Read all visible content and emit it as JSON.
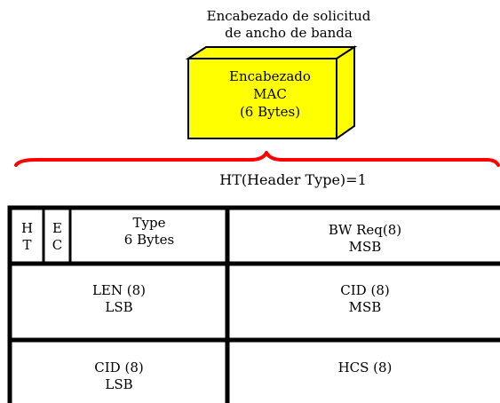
{
  "caption": {
    "line1": "Encabezado de solicitud",
    "line2": "de ancho de banda"
  },
  "mac_box": {
    "line1": "Encabezado",
    "line2": "MAC",
    "line3": "(6 Bytes)",
    "color": "#ffff00"
  },
  "brace_color": "#ff0000",
  "ht_label": "HT(Header Type)=1",
  "table": {
    "row1": {
      "ht": {
        "line1": "H",
        "line2": "T"
      },
      "ec": {
        "line1": "E",
        "line2": "C"
      },
      "type": {
        "line1": "Type",
        "line2": "6 Bytes"
      },
      "bw_req": {
        "line1": "BW Req(8)",
        "line2": "MSB"
      }
    },
    "row2": {
      "len": {
        "line1": "LEN (8)",
        "line2": "LSB"
      },
      "cid": {
        "line1": "CID (8)",
        "line2": "MSB"
      }
    },
    "row3": {
      "cid": {
        "line1": "CID (8)",
        "line2": "LSB"
      },
      "hcs": {
        "line1": "HCS (8)"
      }
    }
  }
}
